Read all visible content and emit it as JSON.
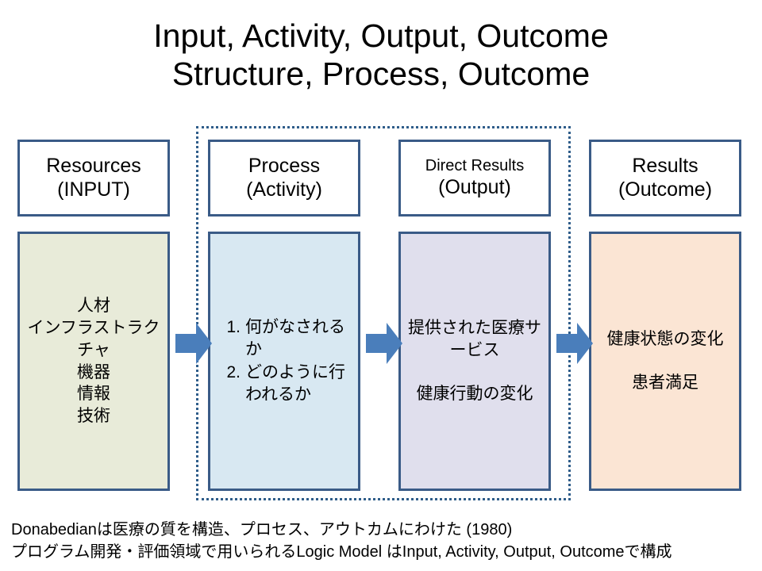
{
  "slide": {
    "title_lines": [
      "Input, Activity, Output, Outcome",
      "Structure, Process, Outcome"
    ]
  },
  "columns": [
    {
      "id": "input",
      "header_line_1": "Resources",
      "header_line_2": "(INPUT)",
      "header_small_first": false,
      "body_text": "人材\nインフラストラクチャ\n機器\n情報\n技術",
      "body_background": "#e8ebd9",
      "border_color": "#3a5b87"
    },
    {
      "id": "process",
      "header_line_1": "Process",
      "header_line_2": "(Activity)",
      "header_small_first": false,
      "body_list": [
        {
          "number": "1.",
          "text": "何がなされるか"
        },
        {
          "number": "2.",
          "text": "どのように行われるか"
        }
      ],
      "body_background": "#d8e8f2",
      "border_color": "#3a5b87"
    },
    {
      "id": "output",
      "header_line_1": "Direct Results",
      "header_line_2": "(Output)",
      "header_small_first": true,
      "body_text": "提供された医療サービス\n\n健康行動の変化",
      "body_background": "#e0dfed",
      "border_color": "#3a5b87"
    },
    {
      "id": "outcome",
      "header_line_1": "Results",
      "header_line_2": "(Outcome)",
      "header_small_first": false,
      "body_text": "健康状態の変化\n\n患者満足",
      "body_background": "#fbe5d4",
      "border_color": "#3a5b87"
    }
  ],
  "arrows": {
    "fill_color": "#4a7ebb",
    "count": 3,
    "direction": "right"
  },
  "group_rect": {
    "style": "dotted",
    "color": "#2f5d8a",
    "encloses": "Process (Activity) and Direct Results (Output)"
  },
  "footer": {
    "lines": [
      "Donabedianは医療の質を構造、プロセス、アウトカムにわけた  (1980)",
      "プログラム開発・評価領域で用いられるLogic Model はInput, Activity, Output, Outcomeで構成"
    ]
  }
}
